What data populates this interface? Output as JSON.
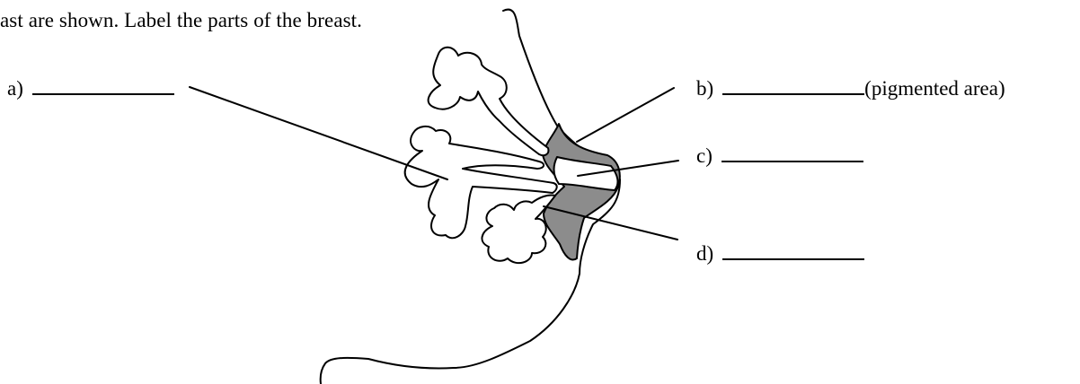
{
  "instruction": "ast are shown. Label the parts of the breast.",
  "labels": {
    "a": {
      "letter": "a)"
    },
    "b": {
      "letter": "b)",
      "hint": "(pigmented area)"
    },
    "c": {
      "letter": "c)"
    },
    "d": {
      "letter": "d)"
    }
  },
  "colors": {
    "pigment": "#8c8c8c",
    "stroke": "#000000"
  }
}
